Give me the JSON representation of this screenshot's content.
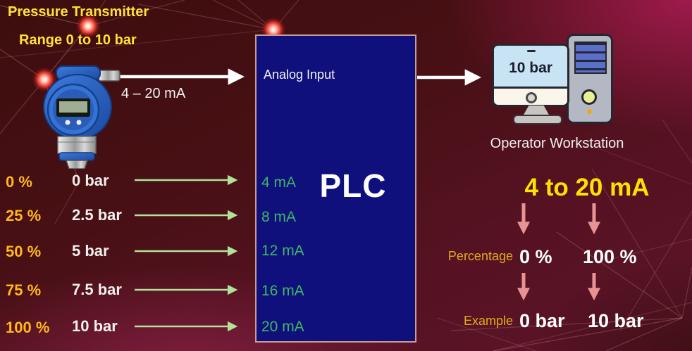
{
  "slide": {
    "title": "Pressure Transmitter",
    "subtitle": "Range 0 to 10 bar"
  },
  "transmitter": {
    "signal_label": "4 – 20 mA"
  },
  "plc": {
    "analog_input_label": "Analog Input",
    "name": "PLC",
    "inputs": [
      "4 mA",
      "8 mA",
      "12 mA",
      "16 mA",
      "20 mA"
    ]
  },
  "scaling_table": {
    "rows": [
      {
        "percent": "0 %",
        "pressure": "0 bar"
      },
      {
        "percent": "25 %",
        "pressure": "2.5 bar"
      },
      {
        "percent": "50 %",
        "pressure": "5 bar"
      },
      {
        "percent": "75 %",
        "pressure": "7.5 bar"
      },
      {
        "percent": "100 %",
        "pressure": "10 bar"
      }
    ]
  },
  "workstation": {
    "screen_value": "10 bar",
    "label": "Operator Workstation"
  },
  "legend": {
    "title": "4 to 20 mA",
    "percentage_label": "Percentage",
    "percentage_min": "0 %",
    "percentage_max": "100 %",
    "example_label": "Example",
    "example_min": "0 bar",
    "example_max": "10 bar"
  },
  "colors": {
    "title_yellow": "#ffe135",
    "percent_gold": "#ffb81c",
    "value_white": "#f2efef",
    "ma_green": "#3cb864",
    "arrow_green": "#b2e29a",
    "arrow_pink": "#e89393",
    "arrow_white": "#ffffff",
    "plc_fill": "#10107d",
    "plc_border": "#c79d92",
    "background_maroon": "#471014"
  }
}
